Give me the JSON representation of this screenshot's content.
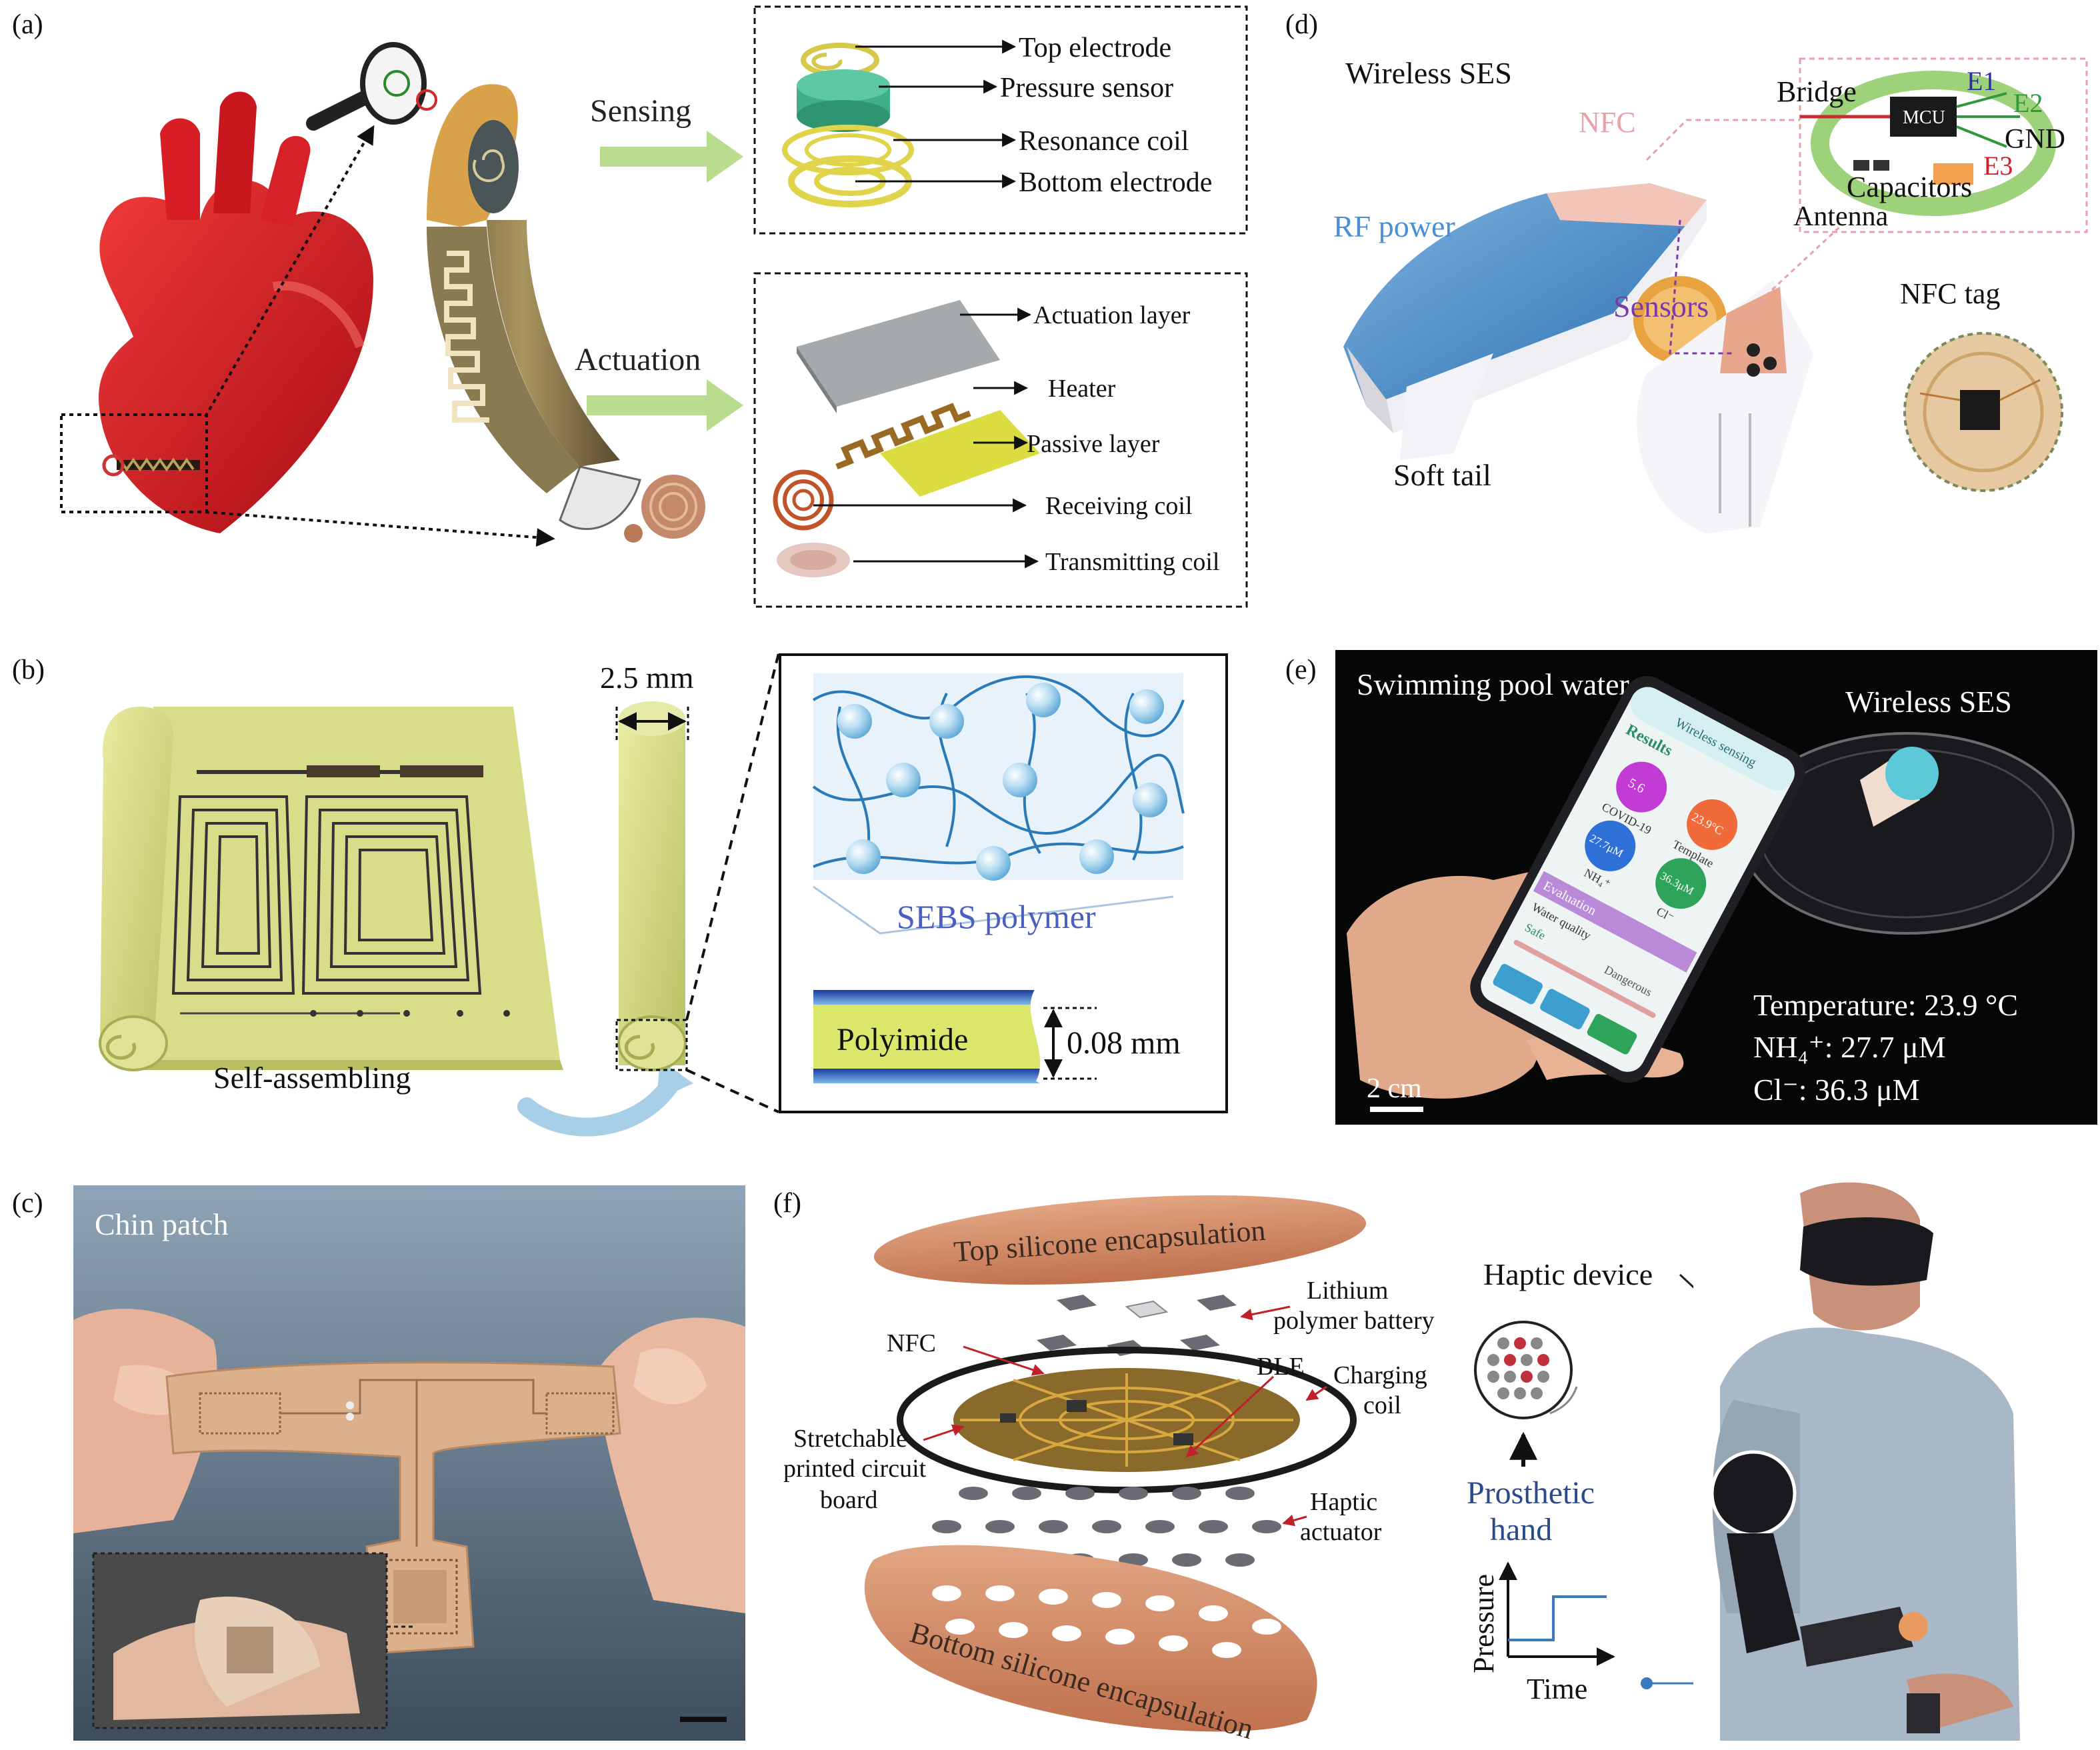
{
  "panels": {
    "a": {
      "letter": "(a)",
      "sensing": "Sensing",
      "actuation": "Actuation",
      "sensing_layers": [
        "Top electrode",
        "Pressure sensor",
        "Resonance coil",
        "Bottom electrode"
      ],
      "actuation_layers": [
        "Actuation layer",
        "Heater",
        "Passive layer",
        "Receiving coil",
        "Transmitting coil"
      ]
    },
    "b": {
      "letter": "(b)",
      "self_assembling": "Self-assembling",
      "width": "2.5 mm",
      "polymer": "SEBS polymer",
      "polyimide": "Polyimide",
      "thickness": "0.08 mm"
    },
    "c": {
      "letter": "(c)",
      "title": "Chin patch"
    },
    "d": {
      "letter": "(d)",
      "title": "Wireless SES",
      "nfc": "NFC",
      "rf_power": "RF power",
      "sensors": "Sensors",
      "soft_tail": "Soft tail",
      "nfc_tag": "NFC tag",
      "bridge": "Bridge",
      "mcu": "MCU",
      "e1": "E1",
      "e2": "E2",
      "e3": "E3",
      "gnd": "GND",
      "capacitors": "Capacitors",
      "antenna": "Antenna"
    },
    "e": {
      "letter": "(e)",
      "title": "Swimming pool water",
      "device": "Wireless SES",
      "temperature": "Temperature: 23.9 °C",
      "nh4": "NH₄⁺: 27.7 μM",
      "cl": "Cl⁻: 36.3 μM",
      "scale": "2 cm",
      "phone_header": "Wireless sensing",
      "phone_results": "Results",
      "phone_eval": "Evaluation",
      "phone_water_quality": "Water quality",
      "phone_safe": "Safe",
      "phone_dangerous": "Dangerous",
      "bubbles": [
        {
          "value": "5.6",
          "label": "COVID-19",
          "color": "#c23bd4"
        },
        {
          "value": "27.7μM",
          "label": "NH₄⁺",
          "color": "#2f6fd8"
        },
        {
          "value": "23.9°C",
          "label": "Template",
          "color": "#f06a3a"
        },
        {
          "value": "36.3μM",
          "label": "Cl⁻",
          "color": "#2ea35a"
        }
      ]
    },
    "f": {
      "letter": "(f)",
      "top_encapsulation": "Top silicone encapsulation",
      "bottom_encapsulation": "Bottom silicone encapsulation",
      "lithium_1": "Lithium",
      "lithium_2": "polymer battery",
      "nfc": "NFC",
      "ble": "BLE",
      "charging_1": "Charging",
      "charging_2": "coil",
      "stretchable_1": "Stretchable",
      "stretchable_2": "printed circuit",
      "stretchable_3": "board",
      "haptic_1": "Haptic",
      "haptic_2": "actuator",
      "haptic_device": "Haptic device",
      "prosthetic_1": "Prosthetic",
      "prosthetic_2": "hand",
      "pressure": "Pressure",
      "time": "Time"
    }
  },
  "colors": {
    "arrow_green": "#b9dc8e",
    "polymer_blue": "#4a5fc0",
    "e1_blue": "#2b2bb0",
    "e2_green": "#2e9a3c",
    "e3_red": "#d0202a",
    "prosthetic_blue": "#2a4a8a",
    "pink_label": "#e9a0a8",
    "rf_blue": "#4a8fd6",
    "sensors_purple": "#7a3aa8"
  }
}
